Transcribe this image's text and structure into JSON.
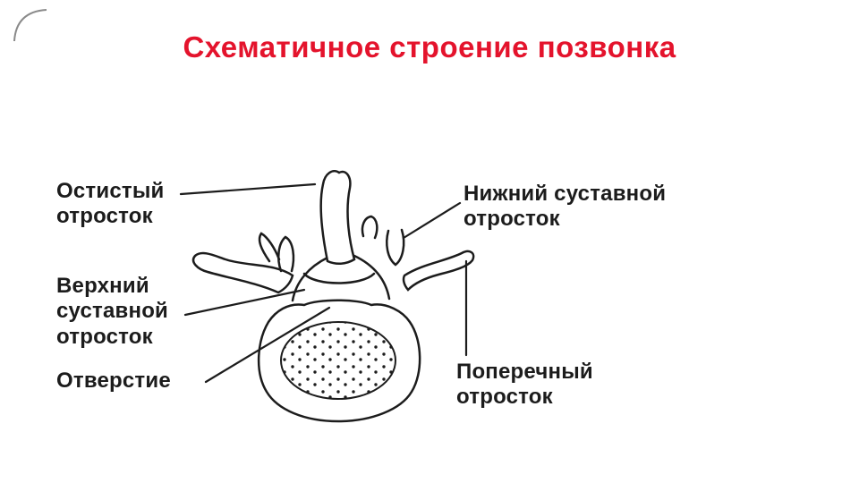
{
  "title": "Схематичное строение позвонка",
  "colors": {
    "title_red": "#e4132c",
    "ink_black": "#1c1c1c",
    "background": "#ffffff"
  },
  "diagram": {
    "subject": "vertebra-schematic-top-view",
    "labels": {
      "spinous_process": "Остистый\nотросток",
      "superior_articular_process": "Верхний\nсуставной\nотросток",
      "foramen": "Отверстие",
      "inferior_articular_process": "Нижний суставной\nотросток",
      "transverse_process": "Поперечный\nотросток"
    }
  }
}
